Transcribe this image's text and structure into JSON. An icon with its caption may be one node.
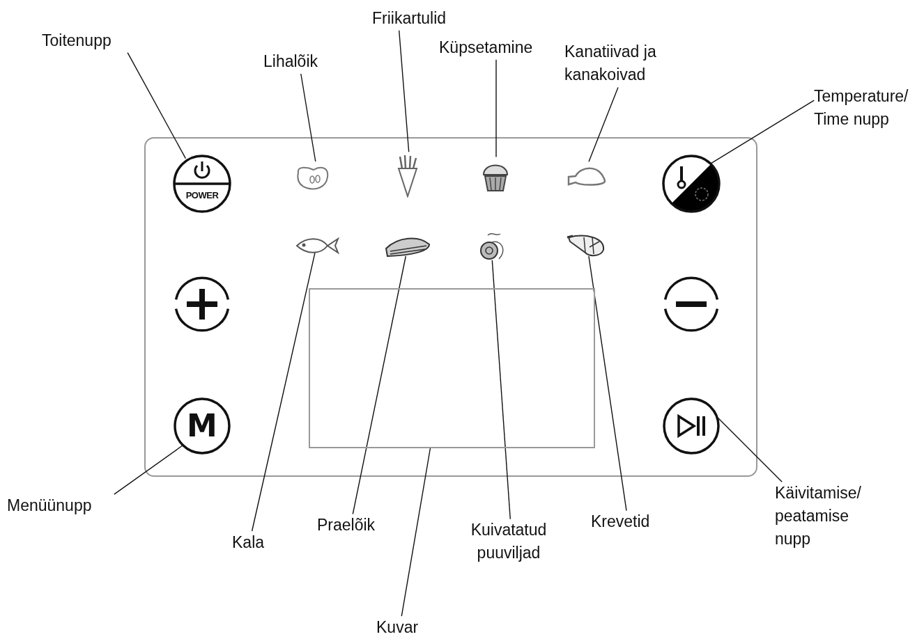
{
  "diagram": {
    "nodes": [
      {
        "text": [],
        "shape": "box"
      },
      {
        "text": [
          "Toitenupp"
        ]
      },
      {
        "text": [
          "POWER"
        ],
        "in": 0
      },
      {
        "text": [
          "Lihalõik"
        ]
      },
      {
        "text": [],
        "shape": "picture",
        "in": 0
      },
      {
        "text": [
          "Friikartulid"
        ]
      },
      {
        "text": [],
        "shape": "picture",
        "in": 0
      },
      {
        "text": [
          "Küpsetamine"
        ]
      },
      {
        "text": [],
        "shape": "picture",
        "in": 0
      },
      {
        "text": [
          "Kanatiivad ja kanakoivad"
        ]
      },
      {
        "text": [],
        "shape": "picture",
        "in": 0
      },
      {
        "text": [
          "Temperature/ Time nupp"
        ]
      },
      {
        "text": [],
        "shape": "circle",
        "in": 0
      },
      {
        "text": [],
        "shape": "circle",
        "in": 0
      },
      {
        "text": [],
        "shape": "circle",
        "in": 0
      },
      {
        "text": [],
        "shape": "picture",
        "in": 0
      },
      {
        "text": [],
        "shape": "picture",
        "in": 0
      },
      {
        "text": [],
        "shape": "picture",
        "in": 0
      },
      {
        "text": [],
        "shape": "picture",
        "in": 0
      },
      {
        "text": [],
        "shape": "box",
        "in": 0
      },
      {
        "text": [
          "M"
        ],
        "in": 0
      },
      {
        "text": [],
        "shape": "circle",
        "in": 0
      },
      {
        "text": [
          "Menüünupp"
        ]
      },
      {
        "text": [
          "Kala"
        ]
      },
      {
        "text": [
          "Praelõik"
        ]
      },
      {
        "text": [
          "Kuivatatud puuviljad"
        ]
      },
      {
        "text": [
          "Krevetid"
        ]
      },
      {
        "text": [
          "Kuvar"
        ]
      },
      {
        "text": [
          "Käivitamise/ peatamise nupp"
        ]
      }
    ],
    "edges": [
      {
        "from": 1,
        "to": 2,
        "arrow": "none"
      },
      {
        "from": 3,
        "to": 4,
        "arrow": "none"
      },
      {
        "from": 5,
        "to": 6,
        "arrow": "none"
      },
      {
        "from": 7,
        "to": 8,
        "arrow": "none"
      },
      {
        "from": 9,
        "to": 10,
        "arrow": "none"
      },
      {
        "from": 11,
        "to": 12,
        "arrow": "none"
      },
      {
        "from": 22,
        "to": 20,
        "arrow": "none"
      },
      {
        "from": 23,
        "to": 15,
        "arrow": "none"
      },
      {
        "from": 24,
        "to": 16,
        "arrow": "none"
      },
      {
        "from": 25,
        "to": 17,
        "arrow": "none"
      },
      {
        "from": 26,
        "to": 18,
        "arrow": "none"
      },
      {
        "from": 27,
        "to": 19,
        "arrow": "none"
      },
      {
        "from": 28,
        "to": 21,
        "arrow": "none"
      }
    ]
  }
}
